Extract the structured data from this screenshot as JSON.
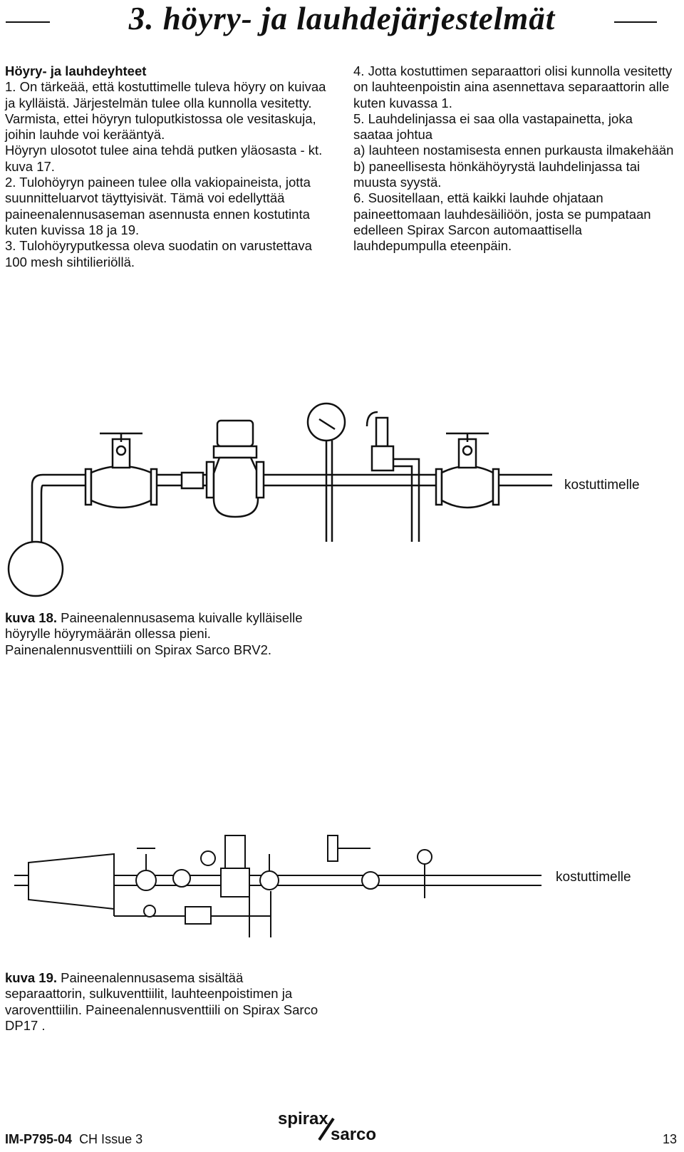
{
  "header": {
    "title": "3. höyry- ja lauhdejärjestelmät"
  },
  "left_column": {
    "heading": "Höyry- ja lauhdeyhteet",
    "paragraphs": [
      "1. On tärkeää, että kostuttimelle tuleva höyry on kuivaa ja kylläistä. Järjestelmän tulee olla kunnolla vesitetty. Varmista, ettei höyryn tuloputkistossa ole vesitaskuja, joihin lauhde voi kerääntyä.",
      "Höyryn ulosotot tulee aina tehdä putken yläosasta - kt. kuva 17.",
      "2. Tulohöyryn paineen tulee olla vakiopaineista, jotta suunnitteluarvot täyttyisivät. Tämä voi edellyttää paineenalennusaseman asennusta ennen kostutinta kuten kuvissa 18 ja 19.",
      "3. Tulohöyryputkessa oleva suodatin on varustettava 100 mesh sihtilieriöllä."
    ]
  },
  "right_column": {
    "paragraphs": [
      "4. Jotta kostuttimen separaattori olisi kunnolla vesitetty on lauhteenpoistin aina asennettava separaattorin alle kuten kuvassa 1.",
      "5. Lauhdelinjassa ei saa olla vastapainetta, joka saataa johtua",
      "a) lauhteen nostamisesta ennen purkausta ilmakehään",
      "b) paneellisesta hönkähöyrystä lauhdelinjassa tai muusta syystä.",
      "6. Suositellaan, että kaikki lauhde ohjataan paineettomaan lauhdesäiliöön, josta se pumpataan edelleen Spirax Sarcon automaattisella lauhdepumpulla eteenpäin."
    ]
  },
  "figure18": {
    "label": "kostuttimelle",
    "caption_lead": "kuva 18.",
    "caption_text": " Paineenalennusasema kuivalle kylläiselle höyrylle höyrymäärän ollessa pieni. Painenalennusventtiili on Spirax Sarco BRV2."
  },
  "figure19": {
    "label": "kostuttimelle",
    "caption_lead": "kuva 19.",
    "caption_text": " Paineenalennusasema sisältää separaattorin, sulkuventtiilit, lauhteenpoistimen ja varoventtiilin. Paineenalennusventtiili on Spirax Sarco DP17 ."
  },
  "footer": {
    "doc_code": "IM-P795-04",
    "issue": "CH Issue 3",
    "logo_text_top": "spirax",
    "logo_text_bottom": "sarco",
    "page_number": "13"
  }
}
